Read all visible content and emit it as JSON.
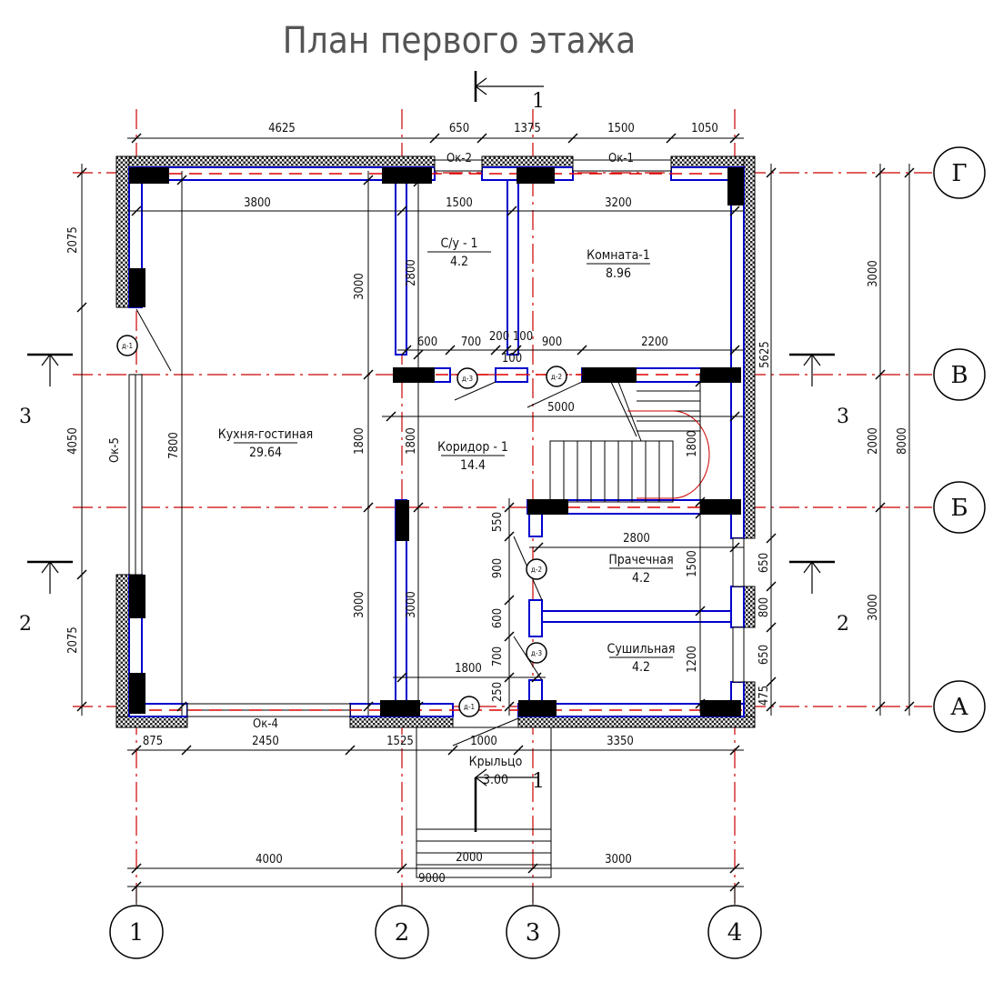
{
  "title": "План первого этажа",
  "axes": {
    "vertical": [
      "1",
      "2",
      "3",
      "4"
    ],
    "horizontal": [
      "Г",
      "В",
      "Б",
      "А"
    ]
  },
  "sections": {
    "top": "1",
    "bottom": "1",
    "left3": "3",
    "right3": "3",
    "left2": "2",
    "right2": "2"
  },
  "rooms": [
    {
      "name": "Кухня-гостиная",
      "area": "29.64"
    },
    {
      "name": "С/у - 1",
      "area": "4.2"
    },
    {
      "name": "Комната-1",
      "area": "8.96"
    },
    {
      "name": "Коридор - 1",
      "area": "14.4"
    },
    {
      "name": "Прачечная",
      "area": "4.2"
    },
    {
      "name": "Сушильная",
      "area": "4.2"
    },
    {
      "name": "Крыльцо",
      "area": "3.00"
    }
  ],
  "windows": [
    "Ок-2",
    "Ок-1",
    "Ок-5",
    "Ок-4"
  ],
  "doors": [
    "д-1",
    "д-3",
    "д-2",
    "д-2",
    "д-3",
    "д-1"
  ],
  "dimensions": {
    "top": [
      "4625",
      "650",
      "1375",
      "1500",
      "1050"
    ],
    "top_inner": [
      "3800",
      "1500",
      "3200"
    ],
    "left": [
      "2075",
      "4050",
      "2075"
    ],
    "inner": [
      "7800",
      "3000",
      "1800",
      "3000",
      "2800",
      "1800",
      "3000"
    ],
    "corridor_row": [
      "600",
      "700",
      "200",
      "100",
      "900",
      "2200",
      "100"
    ],
    "misc": [
      "5000",
      "1800",
      "2800",
      "1500",
      "1200",
      "1800"
    ],
    "corridor_left": [
      "550",
      "900",
      "600",
      "700",
      "250"
    ],
    "right": [
      "5625",
      "650",
      "800",
      "650",
      "475"
    ],
    "far_right": [
      "3000",
      "2000",
      "3000",
      "8000"
    ],
    "bottom": [
      "875",
      "2450",
      "1525",
      "1000",
      "3350"
    ],
    "bottom2": [
      "4000",
      "2000",
      "3000",
      "9000"
    ]
  }
}
